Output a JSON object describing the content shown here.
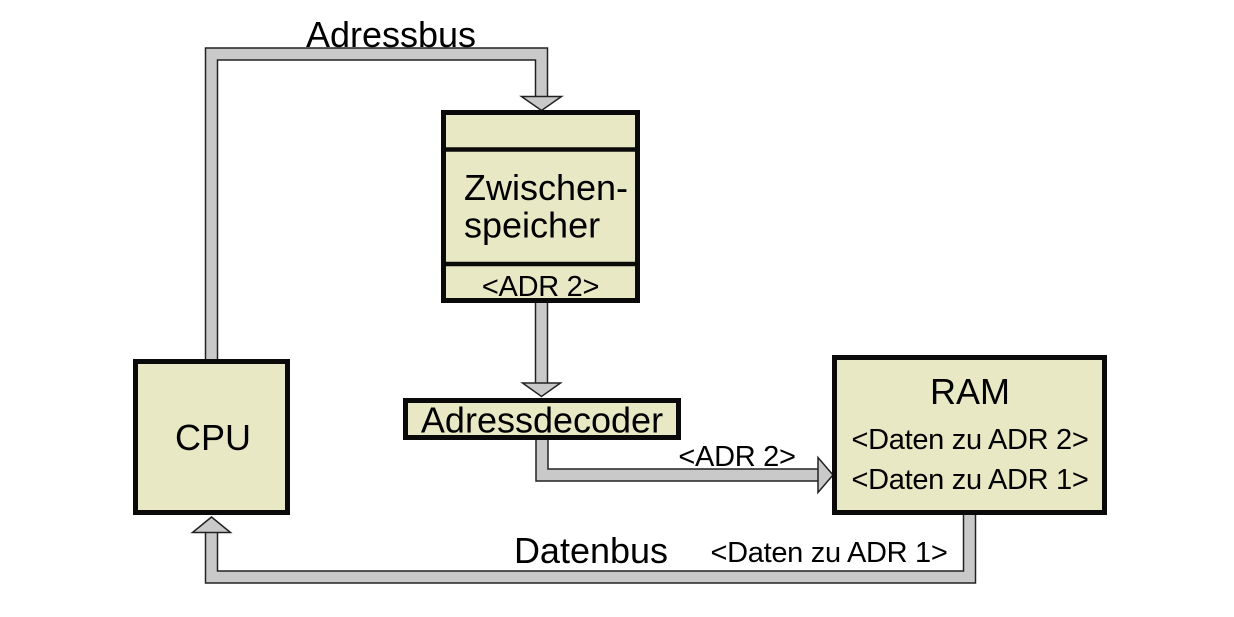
{
  "colors": {
    "background": "#ffffff",
    "box_fill": "#e8e8c4",
    "box_border": "#0a0a0a",
    "bus_fill": "#c9c9c9",
    "bus_outline": "#222222",
    "text": "#000000"
  },
  "buses": {
    "adressbus": {
      "label": "Adressbus"
    },
    "datenbus": {
      "label": "Datenbus",
      "data_label": "<Daten zu ADR 1>"
    },
    "decoder_to_ram": {
      "data_label": "<ADR 2>"
    }
  },
  "nodes": {
    "cpu": {
      "label": "CPU"
    },
    "zwischenspeicher": {
      "label_line1": "Zwischen-",
      "label_line2": "speicher",
      "slot": "<ADR 2>"
    },
    "adressdecoder": {
      "label": "Adressdecoder"
    },
    "ram": {
      "label": "RAM",
      "row1": "<Daten zu ADR 2>",
      "row2": "<Daten zu ADR 1>"
    }
  }
}
